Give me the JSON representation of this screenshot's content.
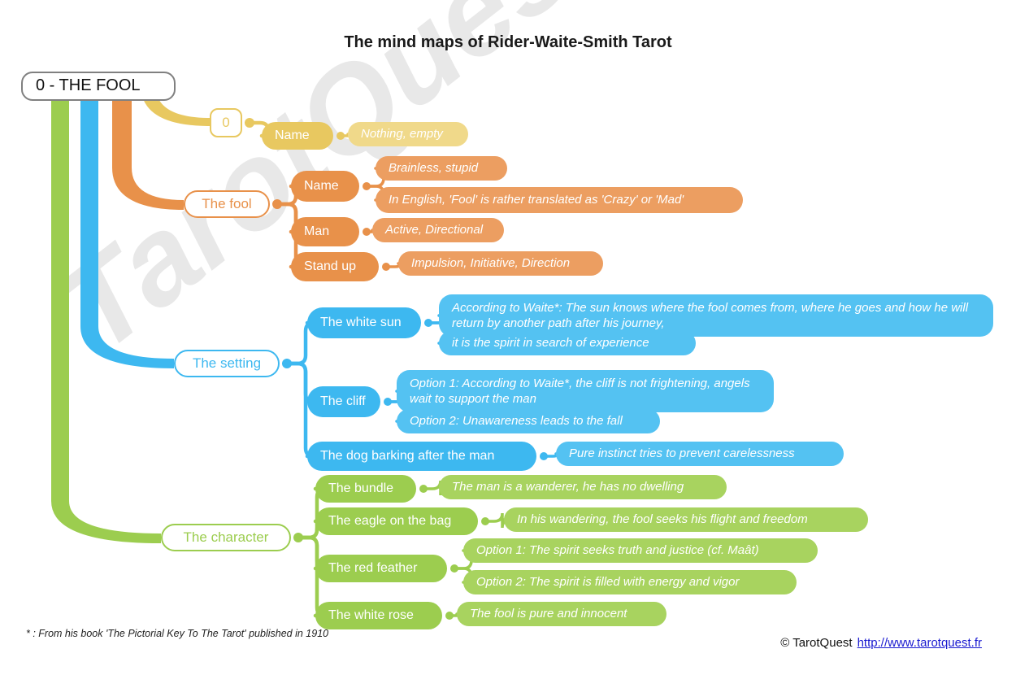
{
  "title": "The mind maps of Rider-Waite-Smith Tarot",
  "root": {
    "label": "0 - THE FOOL"
  },
  "colors": {
    "yellow": "#e8c860",
    "yellow_light": "#f0d98a",
    "orange": "#e8914a",
    "orange_light": "#ec9e61",
    "blue": "#3db8f0",
    "blue_light": "#54c2f2",
    "green": "#9ccd4f",
    "green_light": "#a8d35f",
    "root_border": "#808080",
    "link": "#1a1ad0",
    "watermark": "#e8e8e8"
  },
  "watermark_text": "TarotQuest.fr",
  "branches": [
    {
      "id": "number",
      "color_key": "yellow",
      "hub": "0",
      "children": [
        {
          "label": "Name",
          "leaves": [
            "Nothing, empty"
          ]
        }
      ]
    },
    {
      "id": "fool",
      "color_key": "orange",
      "hub": "The fool",
      "children": [
        {
          "label": "Name",
          "leaves": [
            "Brainless, stupid",
            "In English, 'Fool' is rather translated as 'Crazy' or 'Mad'"
          ]
        },
        {
          "label": "Man",
          "leaves": [
            "Active, Directional"
          ]
        },
        {
          "label": "Stand up",
          "leaves": [
            "Impulsion, Initiative, Direction"
          ]
        }
      ]
    },
    {
      "id": "setting",
      "color_key": "blue",
      "hub": "The setting",
      "children": [
        {
          "label": "The white sun",
          "leaves": [
            "According to Waite*: The sun knows where the fool comes from, where he goes and how he will return by another path after his journey,",
            "it is the spirit in search of experience"
          ]
        },
        {
          "label": "The cliff",
          "leaves": [
            "Option 1: According to Waite*, the cliff is not frightening, angels wait to support the man",
            "Option 2: Unawareness leads to the fall"
          ]
        },
        {
          "label": "The dog barking after the man",
          "leaves": [
            "Pure instinct tries to prevent carelessness"
          ]
        }
      ]
    },
    {
      "id": "character",
      "color_key": "green",
      "hub": "The character",
      "children": [
        {
          "label": "The bundle",
          "leaves": [
            "The man is a wanderer, he has no dwelling"
          ]
        },
        {
          "label": "The eagle on the bag",
          "leaves": [
            "In his wandering, the fool seeks his flight and freedom"
          ]
        },
        {
          "label": "The red feather",
          "leaves": [
            "Option 1: The spirit seeks truth and justice (cf. Maât)",
            "Option 2: The spirit is filled with energy and vigor"
          ]
        },
        {
          "label": "The white rose",
          "leaves": [
            "The fool is pure and innocent"
          ]
        }
      ]
    }
  ],
  "footnote": "* : From his book 'The Pictorial Key To The Tarot' published in 1910",
  "credit": {
    "copyright": "© TarotQuest",
    "url": "http://www.tarotquest.fr"
  }
}
